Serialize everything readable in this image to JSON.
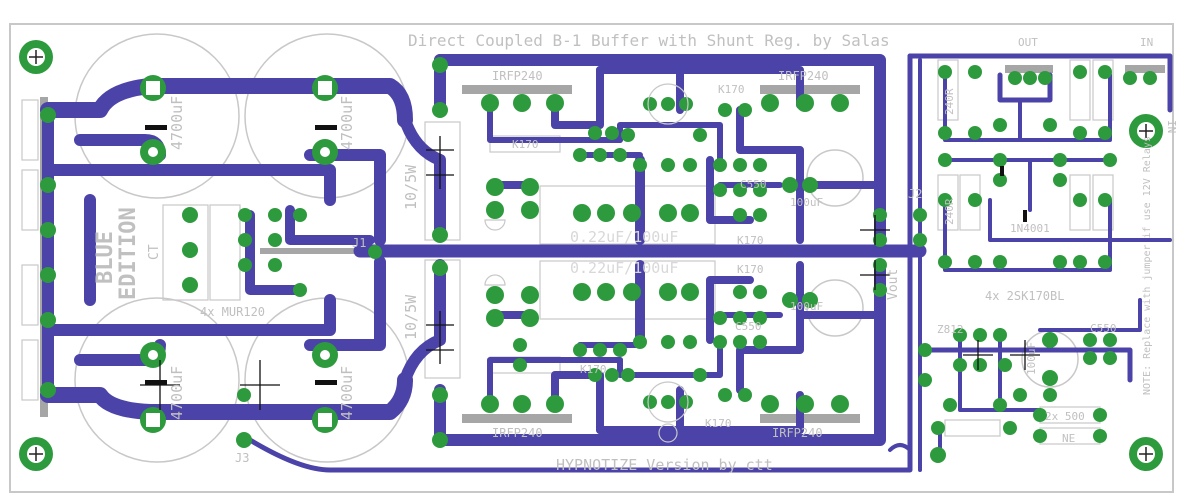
{
  "title": "Direct Coupled B-1 Buffer with Shunt Reg. by Salas",
  "footer": "HYPNOTIZE Version by ctt",
  "edition": [
    "BLUE",
    "EDITION"
  ],
  "labels": {
    "cap_a": "4700uF",
    "cap_b": "4700uF",
    "cap_c": "4700uF",
    "cap_d": "4700uF",
    "mosfet_tl": "IRFP240",
    "mosfet_tr": "IRFP240",
    "mosfet_bl": "IRFP240",
    "mosfet_br": "IRFP240",
    "film_top": "0.22uF/100uF",
    "film_bot": "0.22uF/100uF",
    "res_top": "10/5W",
    "res_bot": "10/5W",
    "k170_1": "K170",
    "k170_2": "K170",
    "k170_3": "K170",
    "k170_4": "K170",
    "k170_5": "K170",
    "k170_6": "K170",
    "c550_1": "C550",
    "c550_2": "C550",
    "c550_3": "C550",
    "cap100_1": "100uF",
    "cap100_2": "100uF",
    "cap100_3": "100uF",
    "jfet_note": "4x 2SK170BL",
    "diode_note": "4x MUR120",
    "ct": "CT",
    "j1": "J1",
    "j2": "J2",
    "j3": "J3",
    "out_top": "OUT",
    "in_top": "IN",
    "vout": "Vout",
    "z812": "Z812",
    "r240a": "240R",
    "r240b": "240R",
    "k2x500": "2x 500",
    "note": "NOTE: Replace with jumper if use 12V Relays",
    "in4001": "1N4001",
    "ne": "NE",
    "in_side": "IN"
  }
}
